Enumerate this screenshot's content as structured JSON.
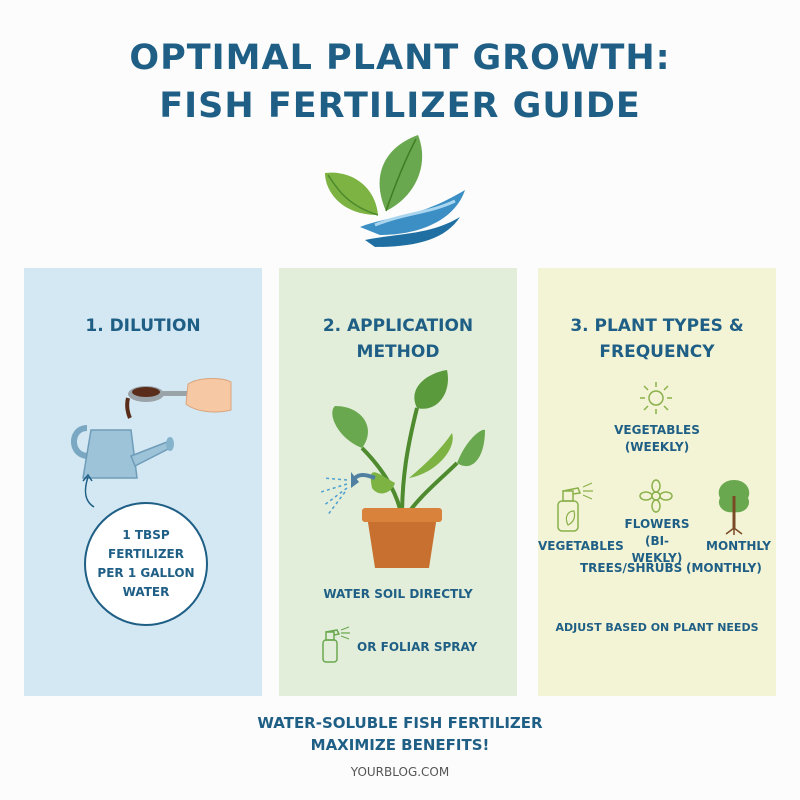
{
  "title": {
    "line1": "OPTIMAL PLANT GROWTH:",
    "line2": "FISH FERTILIZER GUIDE"
  },
  "icons": {
    "logo": "leaf-wave-icon",
    "watering_can": "watering-can-icon",
    "measuring_spoon": "spoon-hand-icon",
    "plant_pot": "potted-plant-icon",
    "spray_bottle": "spray-bottle-icon",
    "sun": "sun-icon",
    "flower": "flower-icon",
    "tree": "tree-icon"
  },
  "colors": {
    "primary": "#1f5f86",
    "panel_blue": "#d3e8f3",
    "panel_green": "#e2eed9",
    "panel_yellow": "#f3f4d6",
    "leaf_green": "#6aa84f",
    "water_blue": "#3b8fc4",
    "pot": "#c8702f"
  },
  "panels": {
    "dilution": {
      "heading": "1. DILUTION",
      "circle_lines": [
        "1 TBSP",
        "FERTILIZER",
        "PER 1 GALLON",
        "WATER"
      ]
    },
    "application": {
      "heading": "2. APPLICATION METHOD",
      "water_soil": "WATER SOIL DIRECTLY",
      "foliar": "OR FOLIAR SPRAY"
    },
    "plant_types": {
      "heading_line1": "3. PLANT TYPES &",
      "heading_line2": "FREQUENCY",
      "veg_top_line1": "VEGETABLES",
      "veg_top_line2": "(WEEKLY)",
      "veg_left": "VEGETABLES",
      "flowers_line1": "FLOWERS",
      "flowers_line2": "(BI-WEKLY)",
      "monthly_right": "MONTHLY",
      "trees": "TREES/SHRUBS",
      "monthly_bottom": "(MONTHLY)",
      "adjust": "ADJUST BASED ON PLANT NEEDS"
    }
  },
  "footer": {
    "line1": "WATER-SOLUBLE FISH FERTILIZER",
    "line2": "MAXIMIZE BENEFITS!",
    "site": "YOURBLOG.COM"
  }
}
